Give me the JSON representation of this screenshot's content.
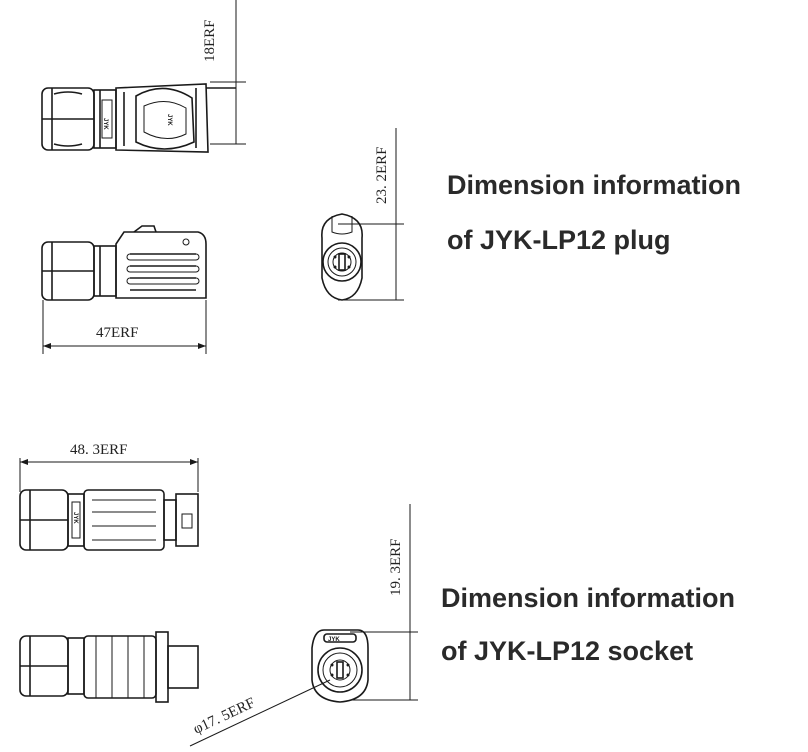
{
  "dimensions": {
    "plug_height": "18ERF",
    "plug_face_height": "23. 2ERF",
    "plug_length": "47ERF",
    "socket_length": "48. 3ERF",
    "socket_face_height": "19. 3ERF",
    "socket_diameter": "φ17. 5ERF"
  },
  "brand_mark": "JYK",
  "captions": {
    "plug_line1": "Dimension information",
    "plug_line2": "of JYK-LP12 plug",
    "socket_line1": "Dimension information",
    "socket_line2": "of JYK-LP12 socket"
  }
}
